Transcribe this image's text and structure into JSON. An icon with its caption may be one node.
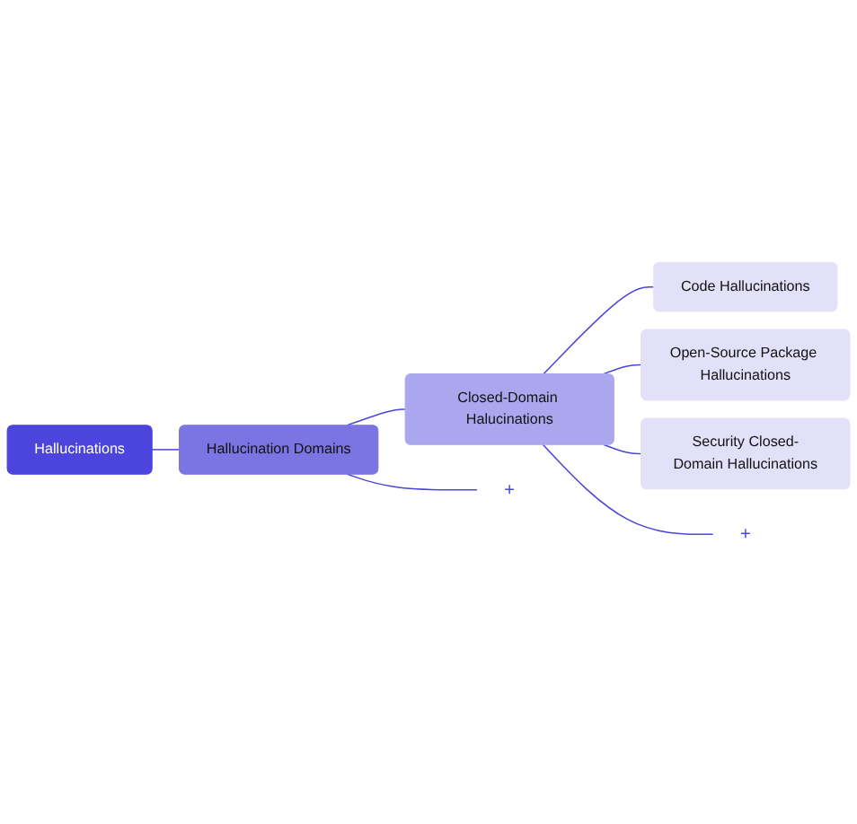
{
  "diagram": {
    "nodes": [
      {
        "text": [
          "Hallucinations"
        ]
      },
      {
        "text": [
          "Hallucination Domains"
        ]
      },
      {
        "text": [
          "Closed-Domain Halucinations"
        ]
      },
      {
        "text": [
          "Code Hallucinations"
        ]
      },
      {
        "text": [
          "Open-Source Package Hallucinations"
        ]
      },
      {
        "text": [
          "Security Closed-Domain Hallucinations"
        ]
      },
      {
        "text": [
          "+"
        ]
      },
      {
        "text": [
          "+"
        ]
      }
    ],
    "edges": [
      {
        "from": 0,
        "to": 1,
        "arrow": "none"
      },
      {
        "from": 1,
        "to": 2,
        "arrow": "none"
      },
      {
        "from": 2,
        "to": 3,
        "arrow": "none"
      },
      {
        "from": 2,
        "to": 4,
        "arrow": "none"
      },
      {
        "from": 2,
        "to": 5,
        "arrow": "none"
      },
      {
        "from": 1,
        "to": 6,
        "arrow": "none"
      },
      {
        "from": 2,
        "to": 7,
        "arrow": "none"
      }
    ]
  }
}
